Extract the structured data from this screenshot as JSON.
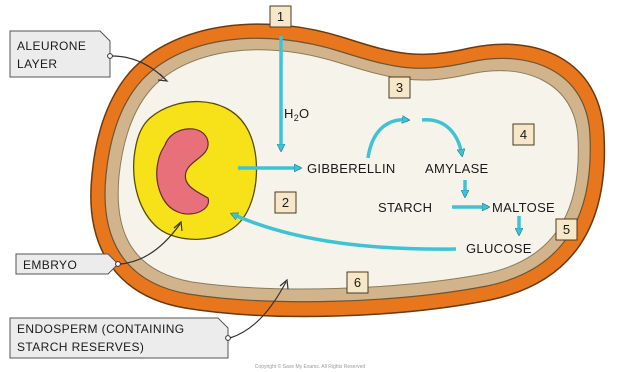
{
  "labels": {
    "aleurone_line1": "ALEURONE",
    "aleurone_line2": "LAYER",
    "embryo": "EMBRYO",
    "endosperm_line1": "ENDOSPERM (CONTAINING",
    "endosperm_line2": "STARCH RESERVES)",
    "water_main": "H",
    "water_sub": "2",
    "water_end": "O",
    "gibberellin": "GIBBERELLIN",
    "amylase": "AMYLASE",
    "starch": "STARCH",
    "maltose": "MALTOSE",
    "glucose": "GLUCOSE"
  },
  "steps": [
    "1",
    "2",
    "3",
    "4",
    "5",
    "6"
  ],
  "copyright": "Copyright © Save My Exams. All Rights Reserved",
  "colors": {
    "seed_coat": "#e8761c",
    "aleurone": "#d2b48c",
    "endosperm": "#f5f3ea",
    "embryo_yellow": "#f7e21a",
    "embryo_pink": "#e8707a",
    "arrow": "#3ec3d6",
    "number_box": "#f6e7c8"
  }
}
